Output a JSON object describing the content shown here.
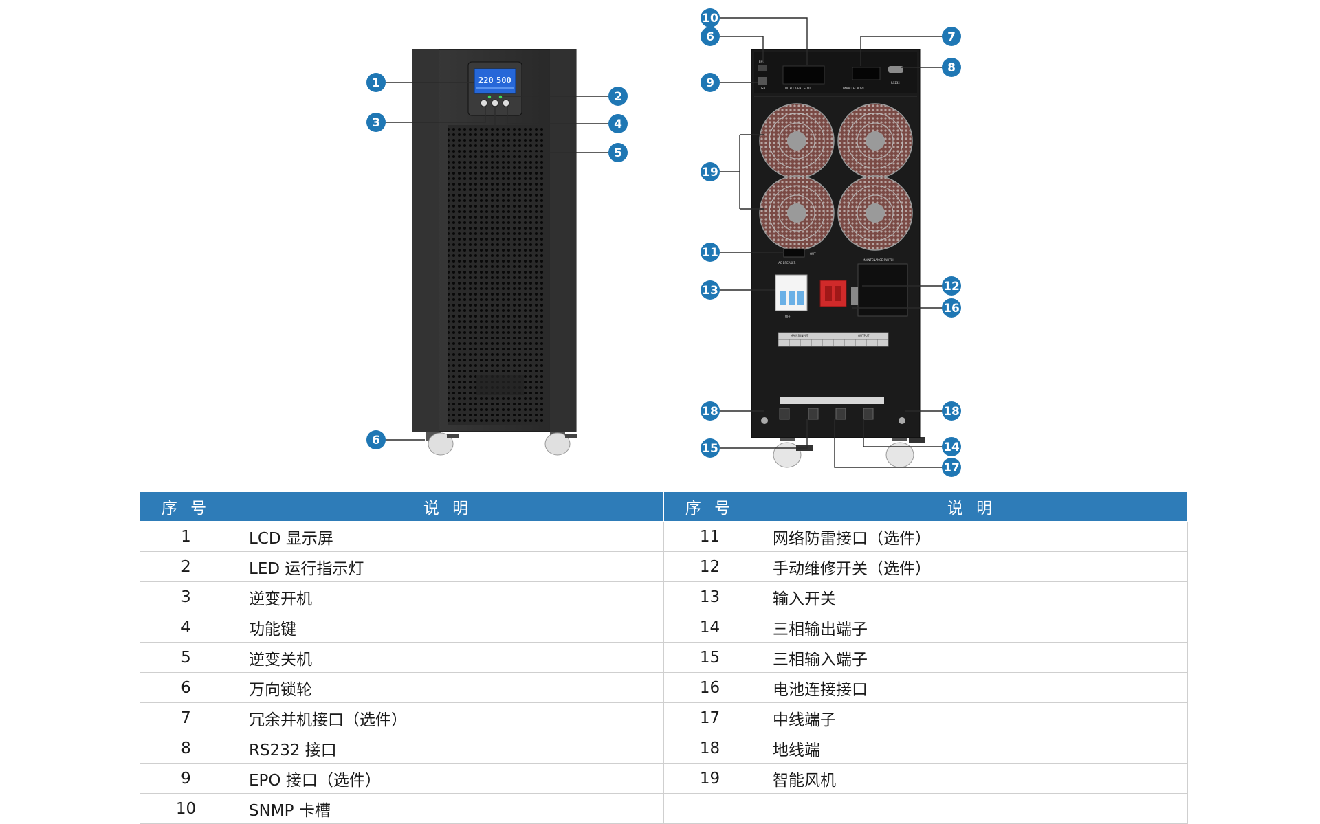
{
  "callouts": [
    "1",
    "2",
    "3",
    "4",
    "5",
    "6",
    "6",
    "7",
    "8",
    "9",
    "10",
    "11",
    "12",
    "13",
    "14",
    "15",
    "16",
    "17",
    "18",
    "18",
    "19"
  ],
  "lcd": {
    "left": "220",
    "right": "500"
  },
  "panel_labels": {
    "epo": "EPO",
    "usb": "USB",
    "intelligent_slot": "INTELLIGENT SLOT",
    "parallel_port": "PARALLEL PORT",
    "rs232": "RS232",
    "ac_breaker": "AC BREAKER",
    "off": "OFF",
    "maintenance_switch": "MAINTENANCE SWITCH",
    "mains_input": "MAINS INPUT",
    "output": "OUTPUT",
    "out": "OUT"
  },
  "table": {
    "headers": [
      "序 号",
      "说 明",
      "序 号",
      "说 明"
    ],
    "rows": [
      {
        "n1": "1",
        "d1": "LCD 显示屏",
        "n2": "11",
        "d2": "网络防雷接口（选件）"
      },
      {
        "n1": "2",
        "d1": "LED 运行指示灯",
        "n2": "12",
        "d2": "手动维修开关（选件）"
      },
      {
        "n1": "3",
        "d1": "逆变开机",
        "n2": "13",
        "d2": "输入开关"
      },
      {
        "n1": "4",
        "d1": "功能键",
        "n2": "14",
        "d2": "三相输出端子"
      },
      {
        "n1": "5",
        "d1": "逆变关机",
        "n2": "15",
        "d2": "三相输入端子"
      },
      {
        "n1": "6",
        "d1": "万向锁轮",
        "n2": "16",
        "d2": "电池连接接口"
      },
      {
        "n1": "7",
        "d1": "冗余并机接口（选件）",
        "n2": "17",
        "d2": "中线端子"
      },
      {
        "n1": "8",
        "d1": "RS232 接口",
        "n2": "18",
        "d2": "地线端"
      },
      {
        "n1": "9",
        "d1": "EPO 接口（选件）",
        "n2": "19",
        "d2": "智能风机"
      },
      {
        "n1": "10",
        "d1": "SNMP 卡槽",
        "n2": "",
        "d2": ""
      }
    ]
  },
  "colors": {
    "callout_blue": "#1f77b4",
    "header_blue": "#2e7cb8",
    "cabinet": "#2c2c2c",
    "rear_panel": "#1b1b1b"
  }
}
